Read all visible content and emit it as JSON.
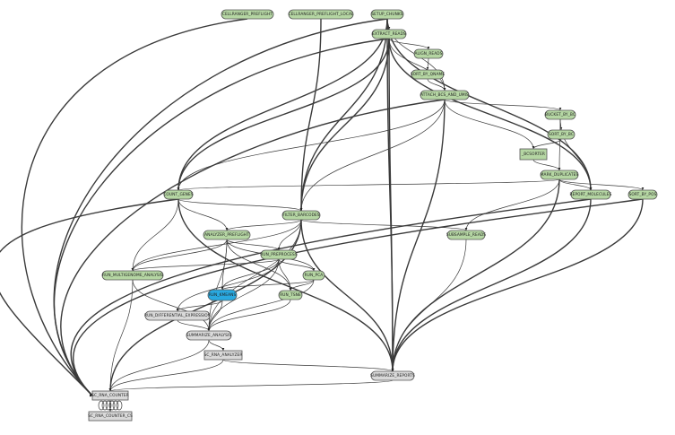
{
  "title": "Pipeline stage dependency graph",
  "colors": {
    "completed": "#b5d6a3",
    "running": "#29a9e0",
    "pending": "#d9d9d9",
    "edge": "#3a3a3a"
  },
  "nodes": [
    {
      "id": "CELLRANGER_PREFLIGHT",
      "label": "CELLRANGER_PREFLIGHT",
      "status": "completed",
      "shape": "pill"
    },
    {
      "id": "CELLRANGER_PREFLIGHT_LOCAL",
      "label": "CELLRANGER_PREFLIGHT_LOCAL",
      "status": "completed",
      "shape": "pill"
    },
    {
      "id": "SETUP_CHUNKS",
      "label": "SETUP_CHUNKS",
      "status": "completed",
      "shape": "pill"
    },
    {
      "id": "EXTRACT_READS",
      "label": "EXTRACT_READS",
      "status": "completed",
      "shape": "pill"
    },
    {
      "id": "ALIGN_READS",
      "label": "ALIGN_READS",
      "status": "completed",
      "shape": "pill"
    },
    {
      "id": "SORT_BY_QNAME",
      "label": "SORT_BY_QNAME",
      "status": "completed",
      "shape": "pill"
    },
    {
      "id": "ATTACH_BCS_AND_UMIS",
      "label": "ATTACH_BCS_AND_UMIS",
      "status": "completed",
      "shape": "pill"
    },
    {
      "id": "BUCKET_BY_BC",
      "label": "BUCKET_BY_BC",
      "status": "completed",
      "shape": "pill"
    },
    {
      "id": "SORT_BY_BC",
      "label": "SORT_BY_BC",
      "status": "completed",
      "shape": "pill"
    },
    {
      "id": "_BCSORTER",
      "label": "_BCSORTER",
      "status": "completed",
      "shape": "box"
    },
    {
      "id": "MARK_DUPLICATES",
      "label": "MARK_DUPLICATES",
      "status": "completed",
      "shape": "pill"
    },
    {
      "id": "REPORT_MOLECULES",
      "label": "REPORT_MOLECULES",
      "status": "completed",
      "shape": "pill"
    },
    {
      "id": "SORT_BY_POS",
      "label": "SORT_BY_POS",
      "status": "completed",
      "shape": "pill"
    },
    {
      "id": "COUNT_GENES",
      "label": "COUNT_GENES",
      "status": "completed",
      "shape": "pill"
    },
    {
      "id": "FILTER_BARCODES",
      "label": "FILTER_BARCODES",
      "status": "completed",
      "shape": "pill"
    },
    {
      "id": "SUBSAMPLE_READS",
      "label": "SUBSAMPLE_READS",
      "status": "completed",
      "shape": "pill"
    },
    {
      "id": "ANALYZER_PREFLIGHT",
      "label": "ANALYZER_PREFLIGHT",
      "status": "completed",
      "shape": "pill"
    },
    {
      "id": "RUN_PREPROCESS",
      "label": "RUN_PREPROCESS",
      "status": "completed",
      "shape": "pill"
    },
    {
      "id": "RUN_MULTIGENOME_ANALYSIS",
      "label": "RUN_MULTIGENOME_ANALYSIS",
      "status": "completed",
      "shape": "pill"
    },
    {
      "id": "RUN_PCA",
      "label": "RUN_PCA",
      "status": "completed",
      "shape": "pill"
    },
    {
      "id": "RUN_KMEANS",
      "label": "RUN_KMEANS",
      "status": "running",
      "shape": "pill"
    },
    {
      "id": "RUN_TSNE",
      "label": "RUN_TSNE",
      "status": "completed",
      "shape": "pill"
    },
    {
      "id": "RUN_DIFFERENTIAL_EXPRESSION",
      "label": "RUN_DIFFERENTIAL_EXPRESSION",
      "status": "pending",
      "shape": "pill"
    },
    {
      "id": "SUMMARIZE_ANALYSIS",
      "label": "SUMMARIZE_ANALYSIS",
      "status": "pending",
      "shape": "pill"
    },
    {
      "id": "SC_RNA_ANALYZER",
      "label": "SC_RNA_ANALYZER",
      "status": "pending",
      "shape": "box"
    },
    {
      "id": "SUMMARIZE_REPORTS",
      "label": "SUMMARIZE_REPORTS",
      "status": "pending",
      "shape": "pill"
    },
    {
      "id": "SC_RNA_COUNTER",
      "label": "SC_RNA_COUNTER",
      "status": "pending",
      "shape": "box"
    },
    {
      "id": "SC_RNA_COUNTER_CS",
      "label": "SC_RNA_COUNTER_CS",
      "status": "pending",
      "shape": "box"
    }
  ],
  "edges": [
    [
      "SETUP_CHUNKS",
      "EXTRACT_READS"
    ],
    [
      "EXTRACT_READS",
      "ALIGN_READS"
    ],
    [
      "ALIGN_READS",
      "SORT_BY_QNAME"
    ],
    [
      "SORT_BY_QNAME",
      "ATTACH_BCS_AND_UMIS"
    ],
    [
      "EXTRACT_READS",
      "ATTACH_BCS_AND_UMIS"
    ],
    [
      "SETUP_CHUNKS",
      "ATTACH_BCS_AND_UMIS"
    ],
    [
      "ATTACH_BCS_AND_UMIS",
      "BUCKET_BY_BC"
    ],
    [
      "BUCKET_BY_BC",
      "SORT_BY_BC"
    ],
    [
      "SORT_BY_BC",
      "_BCSORTER"
    ],
    [
      "ATTACH_BCS_AND_UMIS",
      "_BCSORTER"
    ],
    [
      "_BCSORTER",
      "MARK_DUPLICATES"
    ],
    [
      "BUCKET_BY_BC",
      "MARK_DUPLICATES"
    ],
    [
      "MARK_DUPLICATES",
      "REPORT_MOLECULES"
    ],
    [
      "MARK_DUPLICATES",
      "SORT_BY_POS"
    ],
    [
      "BUCKET_BY_BC",
      "REPORT_MOLECULES"
    ],
    [
      "EXTRACT_READS",
      "REPORT_MOLECULES"
    ],
    [
      "SETUP_CHUNKS",
      "REPORT_MOLECULES"
    ],
    [
      "SETUP_CHUNKS",
      "COUNT_GENES"
    ],
    [
      "EXTRACT_READS",
      "COUNT_GENES"
    ],
    [
      "ATTACH_BCS_AND_UMIS",
      "COUNT_GENES"
    ],
    [
      "MARK_DUPLICATES",
      "COUNT_GENES"
    ],
    [
      "COUNT_GENES",
      "FILTER_BARCODES"
    ],
    [
      "SETUP_CHUNKS",
      "FILTER_BARCODES"
    ],
    [
      "EXTRACT_READS",
      "FILTER_BARCODES"
    ],
    [
      "ATTACH_BCS_AND_UMIS",
      "FILTER_BARCODES"
    ],
    [
      "CELLRANGER_PREFLIGHT_LOCAL",
      "FILTER_BARCODES"
    ],
    [
      "FILTER_BARCODES",
      "SUBSAMPLE_READS"
    ],
    [
      "MARK_DUPLICATES",
      "SUBSAMPLE_READS"
    ],
    [
      "COUNT_GENES",
      "ANALYZER_PREFLIGHT"
    ],
    [
      "FILTER_BARCODES",
      "ANALYZER_PREFLIGHT"
    ],
    [
      "FILTER_BARCODES",
      "RUN_PREPROCESS"
    ],
    [
      "ANALYZER_PREFLIGHT",
      "RUN_PREPROCESS"
    ],
    [
      "ANALYZER_PREFLIGHT",
      "RUN_MULTIGENOME_ANALYSIS"
    ],
    [
      "COUNT_GENES",
      "RUN_MULTIGENOME_ANALYSIS"
    ],
    [
      "FILTER_BARCODES",
      "RUN_MULTIGENOME_ANALYSIS"
    ],
    [
      "RUN_PREPROCESS",
      "RUN_MULTIGENOME_ANALYSIS"
    ],
    [
      "RUN_PREPROCESS",
      "RUN_PCA"
    ],
    [
      "ANALYZER_PREFLIGHT",
      "RUN_PCA"
    ],
    [
      "RUN_PREPROCESS",
      "RUN_KMEANS"
    ],
    [
      "RUN_PCA",
      "RUN_KMEANS"
    ],
    [
      "ANALYZER_PREFLIGHT",
      "RUN_KMEANS"
    ],
    [
      "RUN_PCA",
      "RUN_TSNE"
    ],
    [
      "RUN_PREPROCESS",
      "RUN_TSNE"
    ],
    [
      "ANALYZER_PREFLIGHT",
      "RUN_TSNE"
    ],
    [
      "RUN_KMEANS",
      "RUN_DIFFERENTIAL_EXPRESSION"
    ],
    [
      "RUN_PREPROCESS",
      "RUN_DIFFERENTIAL_EXPRESSION"
    ],
    [
      "RUN_DIFFERENTIAL_EXPRESSION",
      "SUMMARIZE_ANALYSIS"
    ],
    [
      "RUN_KMEANS",
      "SUMMARIZE_ANALYSIS"
    ],
    [
      "RUN_TSNE",
      "SUMMARIZE_ANALYSIS"
    ],
    [
      "RUN_PCA",
      "SUMMARIZE_ANALYSIS"
    ],
    [
      "RUN_PREPROCESS",
      "SUMMARIZE_ANALYSIS"
    ],
    [
      "RUN_MULTIGENOME_ANALYSIS",
      "SUMMARIZE_ANALYSIS"
    ],
    [
      "ANALYZER_PREFLIGHT",
      "SUMMARIZE_ANALYSIS"
    ],
    [
      "FILTER_BARCODES",
      "SUMMARIZE_ANALYSIS"
    ],
    [
      "SUMMARIZE_ANALYSIS",
      "SC_RNA_ANALYZER"
    ],
    [
      "FILTER_BARCODES",
      "SUMMARIZE_REPORTS"
    ],
    [
      "COUNT_GENES",
      "SUMMARIZE_REPORTS"
    ],
    [
      "SUBSAMPLE_READS",
      "SUMMARIZE_REPORTS"
    ],
    [
      "REPORT_MOLECULES",
      "SUMMARIZE_REPORTS"
    ],
    [
      "ATTACH_BCS_AND_UMIS",
      "SUMMARIZE_REPORTS"
    ],
    [
      "EXTRACT_READS",
      "SUMMARIZE_REPORTS"
    ],
    [
      "SETUP_CHUNKS",
      "SUMMARIZE_REPORTS"
    ],
    [
      "SC_RNA_ANALYZER",
      "SUMMARIZE_REPORTS"
    ],
    [
      "MARK_DUPLICATES",
      "SUMMARIZE_REPORTS"
    ],
    [
      "SORT_BY_POS",
      "SUMMARIZE_REPORTS"
    ],
    [
      "SUMMARIZE_REPORTS",
      "SC_RNA_COUNTER"
    ],
    [
      "SC_RNA_ANALYZER",
      "SC_RNA_COUNTER"
    ],
    [
      "SUMMARIZE_ANALYSIS",
      "SC_RNA_COUNTER"
    ],
    [
      "COUNT_GENES",
      "SC_RNA_COUNTER"
    ],
    [
      "FILTER_BARCODES",
      "SC_RNA_COUNTER"
    ],
    [
      "EXTRACT_READS",
      "SC_RNA_COUNTER"
    ],
    [
      "SETUP_CHUNKS",
      "SC_RNA_COUNTER"
    ],
    [
      "ATTACH_BCS_AND_UMIS",
      "SC_RNA_COUNTER"
    ],
    [
      "REPORT_MOLECULES",
      "SC_RNA_COUNTER"
    ],
    [
      "SORT_BY_POS",
      "SC_RNA_COUNTER"
    ],
    [
      "CELLRANGER_PREFLIGHT",
      "SC_RNA_COUNTER"
    ],
    [
      "RUN_MULTIGENOME_ANALYSIS",
      "SC_RNA_COUNTER"
    ],
    [
      "SC_RNA_COUNTER",
      "SC_RNA_COUNTER_CS"
    ]
  ]
}
